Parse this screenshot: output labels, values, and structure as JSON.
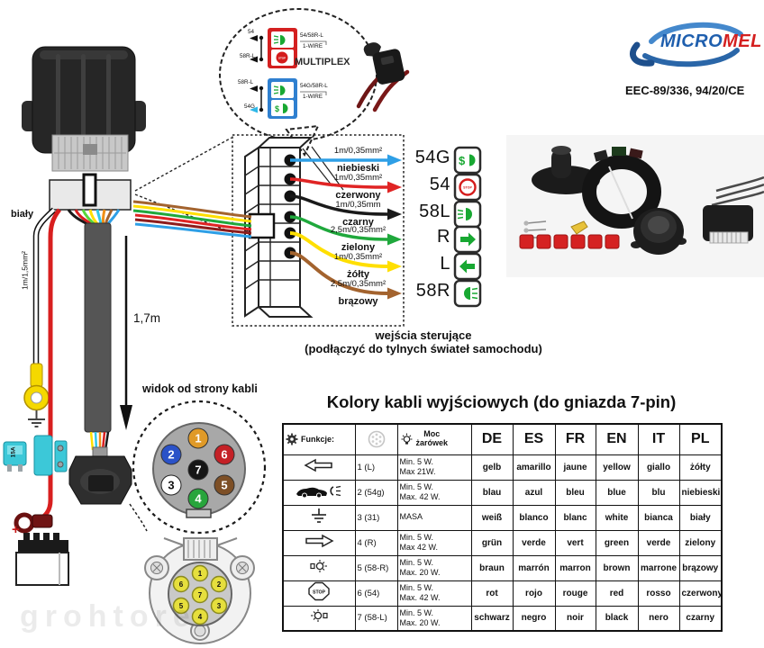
{
  "watermark": "grohtore",
  "branding": {
    "logo_part1": "MICRO",
    "logo_part2": "MEL",
    "certification": "EEC-89/336, 94/20/CE"
  },
  "misc": {
    "stop": "STOP"
  },
  "multiplex": {
    "title": "MULTIPLEX",
    "red_block": {
      "left_top": "54",
      "left_bottom": "58R-L",
      "right_top": "54/58R-L",
      "right_bottom": "1-WIRE"
    },
    "blue_block": {
      "left_top": "58R-L",
      "left_bottom": "54G",
      "right_top": "54G/58R-L",
      "right_bottom": "1-WIRE"
    }
  },
  "outputs": {
    "caption1": "wejścia sterujące",
    "caption2": "(podłączyć do tylnych świateł samochodu)",
    "wires": [
      {
        "spec": "1m/0,35mm²",
        "name": "niebieski",
        "terminal": "54G",
        "color": "#2e9fe6",
        "icon": "parking-lights"
      },
      {
        "spec": "1m/0,35mm²",
        "name": "czerwony",
        "terminal": "54",
        "color": "#e02424",
        "icon": "stop"
      },
      {
        "spec": "1m/0,35mm",
        "name": "czarny",
        "terminal": "58L",
        "color": "#1a1a1a",
        "icon": "lamp-rays-left"
      },
      {
        "spec": "2,5m/0,35mm²",
        "name": "zielony",
        "terminal": "R",
        "color": "#1fa83c",
        "icon": "arrow-right"
      },
      {
        "spec": "1m/0,35mm²",
        "name": "żółty",
        "terminal": "L",
        "color": "#ffdf00",
        "icon": "arrow-left"
      },
      {
        "spec": "2,5m/0,35mm²",
        "name": "brązowy",
        "terminal": "58R",
        "color": "#a3632e",
        "icon": "lamp-rays-right"
      }
    ]
  },
  "harness": {
    "ground_wire_label": "biały",
    "ground_wire_spec": "1m/1,5mm²",
    "main_cable_length": "1,7m",
    "fuse_rating": "15A",
    "battery_terminal": "+"
  },
  "connector_view": {
    "caption": "widok od strony kabli",
    "pins": [
      {
        "number": "1",
        "color": "#e09a28"
      },
      {
        "number": "2",
        "color": "#2a52c8"
      },
      {
        "number": "3",
        "color": "#ffffff"
      },
      {
        "number": "4",
        "color": "#28a53c"
      },
      {
        "number": "5",
        "color": "#7d4f26"
      },
      {
        "number": "6",
        "color": "#c42026"
      },
      {
        "number": "7",
        "color": "#161616"
      }
    ],
    "socket_pins": [
      "1",
      "2",
      "3",
      "4",
      "5",
      "6",
      "7"
    ]
  },
  "table": {
    "title": "Kolory kabli wyjściowych (do gniazda 7-pin)",
    "header": {
      "functions_label": "Funkcje:",
      "power_label_1": "Moc",
      "power_label_2": "żarówek",
      "languages": [
        "DE",
        "ES",
        "FR",
        "EN",
        "IT",
        "PL"
      ]
    },
    "rows": [
      {
        "icon": "arrow-left",
        "pin": "1 (L)",
        "power1": "Min. 5 W.",
        "power2": "Max 21W.",
        "colors": [
          "gelb",
          "amarillo",
          "jaune",
          "yellow",
          "giallo",
          "żółty"
        ]
      },
      {
        "icon": "car-fog-light",
        "pin": "2 (54g)",
        "power1": "Min. 5 W.",
        "power2": "Max. 42 W.",
        "colors": [
          "blau",
          "azul",
          "bleu",
          "blue",
          "blu",
          "niebieski"
        ]
      },
      {
        "icon": "ground",
        "pin": "3 (31)",
        "power1": "MASA",
        "power2": "",
        "colors": [
          "weiß",
          "blanco",
          "blanc",
          "white",
          "bianca",
          "biały"
        ]
      },
      {
        "icon": "arrow-right",
        "pin": "4 (R)",
        "power1": "Min. 5 W.",
        "power2": "Max 42 W.",
        "colors": [
          "grün",
          "verde",
          "vert",
          "green",
          "verde",
          "zielony"
        ]
      },
      {
        "icon": "tail-lamp",
        "pin": "5 (58-R)",
        "power1": "Min. 5 W.",
        "power2": "Max. 20 W.",
        "colors": [
          "braun",
          "marrón",
          "marron",
          "brown",
          "marrone",
          "brązowy"
        ]
      },
      {
        "icon": "stop-sign",
        "pin": "6 (54)",
        "power1": "Min. 5 W.",
        "power2": "Max. 42 W.",
        "colors": [
          "rot",
          "rojo",
          "rouge",
          "red",
          "rosso",
          "czerwony"
        ]
      },
      {
        "icon": "tail-lamp",
        "pin": "7 (58-L)",
        "power1": "Min. 5 W.",
        "power2": "Max. 20 W.",
        "colors": [
          "schwarz",
          "negro",
          "noir",
          "black",
          "nero",
          "czarny"
        ]
      }
    ]
  },
  "palette": {
    "blue_wire": "#2e9fe6",
    "red_wire": "#e02424",
    "black_wire": "#1a1a1a",
    "green_wire": "#1fa83c",
    "yellow_wire": "#ffdf00",
    "brown_wire": "#a3632e",
    "dark_red_wire": "#8d1d1d",
    "fuse_cyan": "#3cc8d8",
    "multiplex_red": "#d42020",
    "multiplex_blue": "#2f80d0",
    "icon_green": "#18a832",
    "logo_blue": "#1f5fae",
    "logo_red": "#d42020"
  }
}
